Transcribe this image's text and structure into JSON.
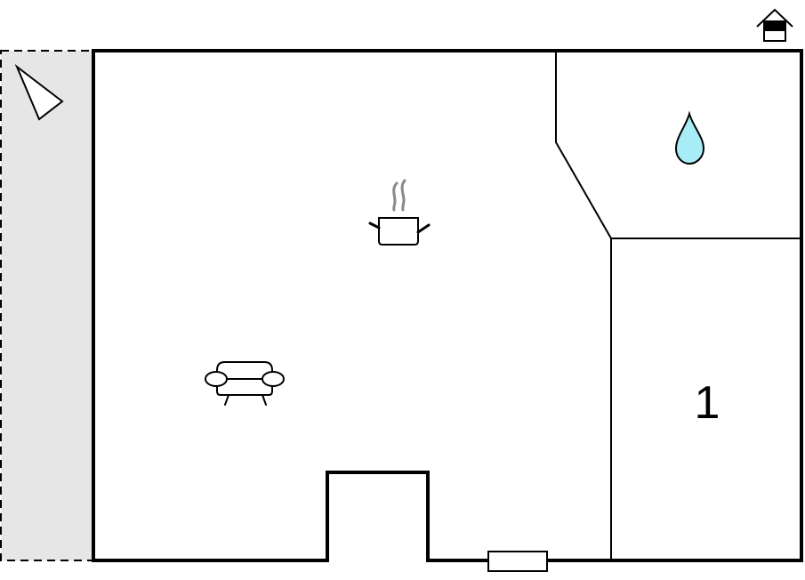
{
  "floorplan": {
    "rooms": [
      {
        "id": "living",
        "icons": [
          "sofa-icon",
          "kitchen-pot-icon"
        ]
      },
      {
        "id": "bathroom",
        "icons": [
          "water-drop-icon"
        ]
      },
      {
        "id": "bedroom",
        "label": "1"
      }
    ],
    "terrace": {
      "icons": [
        "compass-arrow-icon"
      ]
    },
    "entrance": {
      "icons": [
        "house-entrance-icon"
      ]
    }
  },
  "colors": {
    "terrace_fill": "#e6e6e6",
    "water_drop": "#a8ecf7",
    "steam": "#888888",
    "wall": "#000000"
  }
}
